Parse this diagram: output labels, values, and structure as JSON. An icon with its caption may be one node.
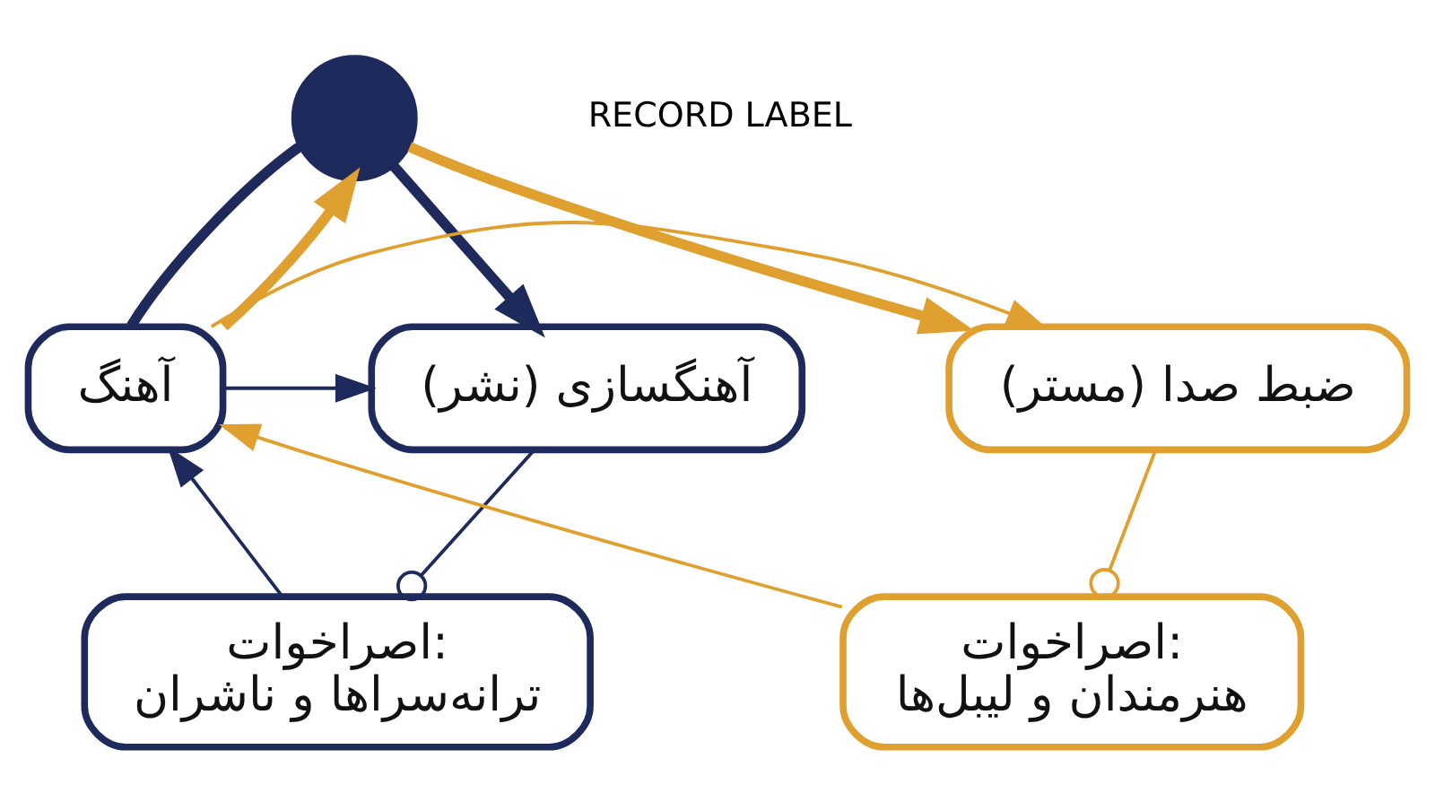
{
  "diagram": {
    "nodes": [
      {
        "text": [],
        "shape": "circle"
      },
      {
        "text": [
          "آهنگسازی (نشر)"
        ]
      },
      {
        "text": [
          "آهنگ"
        ]
      },
      {
        "text": [
          "ضبط صدا (مستر)"
        ]
      },
      {
        "text": [
          "اصراخوات:",
          "ترانه‌سراها و ناشران"
        ]
      },
      {
        "text": [
          "اصراخوات:",
          "هنرمندان و لیبل‌ها"
        ]
      }
    ],
    "edges": [
      {
        "from": 0,
        "to": 1,
        "arrow": "to",
        "style": "thick",
        "color": "#1f2a5c"
      },
      {
        "from": 0,
        "to": 3,
        "arrow": "to",
        "style": "thick",
        "color": "#e0a030"
      },
      {
        "from": 2,
        "to": 0,
        "arrow": "none",
        "style": "thick",
        "color": "#1f2a5c"
      },
      {
        "from": 2,
        "to": 0,
        "arrow": "to",
        "style": "thick",
        "color": "#e0a030"
      },
      {
        "from": 2,
        "to": 1,
        "arrow": "to",
        "color": "#1f2a5c"
      },
      {
        "from": 2,
        "to": 3,
        "arrow": "to",
        "color": "#e0a030"
      },
      {
        "from": 1,
        "to": 4,
        "arrow": "other",
        "color": "#1f2a5c"
      },
      {
        "from": 3,
        "to": 5,
        "arrow": "other",
        "color": "#e0a030"
      },
      {
        "from": 4,
        "to": 2,
        "arrow": "to",
        "color": "#1f2a5c"
      },
      {
        "from": 5,
        "to": 2,
        "arrow": "to",
        "color": "#e0a030"
      }
    ],
    "labels": [
      "RECORD LABEL"
    ]
  }
}
